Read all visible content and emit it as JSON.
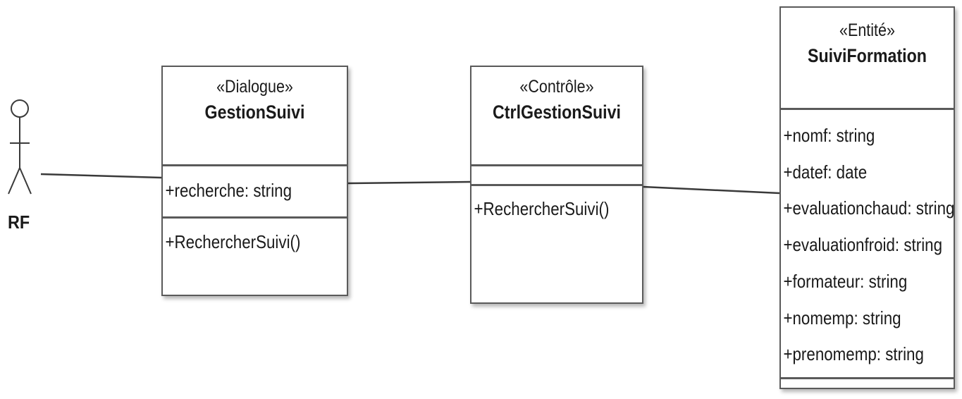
{
  "actor": {
    "label": "RF"
  },
  "classes": {
    "gestion_suivi": {
      "stereotype": "«Dialogue»",
      "name": "GestionSuivi",
      "attributes": [
        "+recherche: string"
      ],
      "operations": [
        "+RechercherSuivi()"
      ]
    },
    "ctrl_gestion_suivi": {
      "stereotype": "«Contrôle»",
      "name": "CtrlGestionSuivi",
      "attributes": [],
      "operations": [
        "+RechercherSuivi()"
      ]
    },
    "suivi_formation": {
      "stereotype": "«Entité»",
      "name": "SuiviFormation",
      "attributes": [
        "+nomf: string",
        "+datef: date",
        "+evaluationchaud: string",
        "+evaluationfroid: string",
        "+formateur: string",
        "+nomemp: string",
        "+prenomemp: string"
      ],
      "operations": []
    }
  }
}
